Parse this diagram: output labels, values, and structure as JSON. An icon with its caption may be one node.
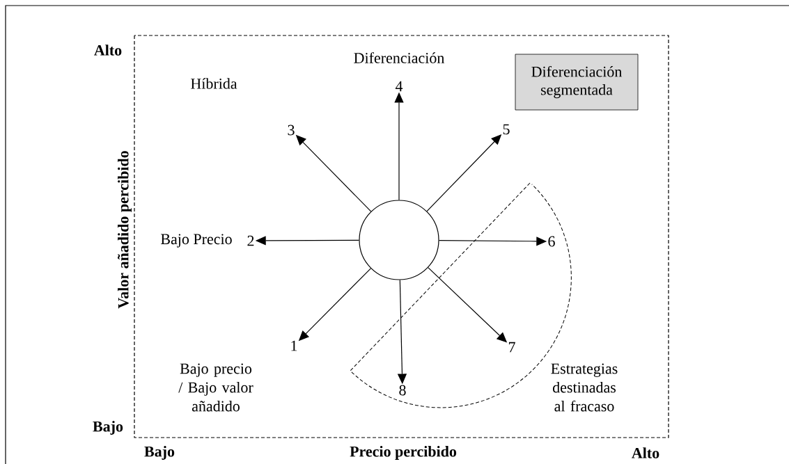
{
  "diagram": {
    "nodes": [
      {
        "text": [
          "Diferenciación segmentada"
        ]
      },
      {
        "text": [
          "4"
        ]
      },
      {
        "text": [
          "3"
        ]
      },
      {
        "text": [
          "5"
        ]
      },
      {
        "text": [],
        "shape": "circle"
      },
      {
        "text": [
          "2"
        ]
      },
      {
        "text": [
          "6"
        ]
      },
      {
        "text": [
          "1"
        ]
      },
      {
        "text": [
          "7"
        ]
      },
      {
        "text": [
          "8"
        ]
      }
    ],
    "edges": [
      {
        "from": 4,
        "to": 1,
        "arrow": "to"
      },
      {
        "from": 4,
        "to": 2,
        "arrow": "to"
      },
      {
        "from": 4,
        "to": 3,
        "arrow": "to"
      },
      {
        "from": 4,
        "to": 5,
        "arrow": "to"
      },
      {
        "from": 4,
        "to": 6,
        "arrow": "to"
      },
      {
        "from": 4,
        "to": 7,
        "arrow": "to"
      },
      {
        "from": 4,
        "to": 8,
        "arrow": "to"
      },
      {
        "from": 4,
        "to": 9,
        "arrow": "to"
      }
    ],
    "labels": [
      "Alto",
      "Diferenciación",
      "Híbrida",
      "Valor añadido percibido",
      "Bajo Precio",
      "Bajo precio / Bajo valor añadido",
      "Estrategias destinadas al fracaso",
      "Bajo",
      "Bajo",
      "Precio percibido",
      "Alto"
    ]
  }
}
